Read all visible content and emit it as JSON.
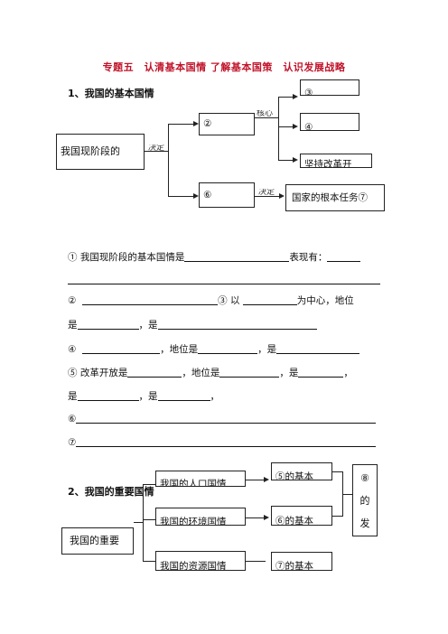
{
  "title": "专题五　认清基本国情 了解基本国策　认识发展战略",
  "section1": {
    "heading": "1、我国的基本国情",
    "left_box": "我国现阶段的",
    "box2": "②",
    "box3": "③",
    "box4": "④",
    "box5": "坚持改革开",
    "box6": "⑥",
    "box7": "国家的根本任务⑦",
    "label_jueding1": "决定",
    "label_hexin": "核心",
    "label_jueding2": "决定"
  },
  "questions": {
    "q1_a": "① 我国现阶段的基本国情是",
    "q1_b": "表现有：",
    "q2": "②",
    "q3_a": "③ 以",
    "q3_b": "为中心，地位",
    "q3_c": "是",
    "q3_d": "，是",
    "q4_a": "④",
    "q4_b": "，地位是",
    "q4_c": "，是",
    "q5_a": "⑤ 改革开放是",
    "q5_b": "，地位是",
    "q5_c": "，是",
    "q5_d": "，",
    "q5_e": "是",
    "q5_f": "，是",
    "q5_g": "，",
    "q6": "⑥",
    "q7": "⑦"
  },
  "section2": {
    "heading": "2、我国的重要国情",
    "left_box": "我国的重要",
    "mid1": "我国的人口国情",
    "mid2": "我国的环境国情",
    "mid3": "我国的资源国情",
    "right1": "⑤的基本",
    "right2": "⑥的基本",
    "right3": "⑦的基本",
    "far_right": [
      "⑧",
      "的",
      "发"
    ]
  }
}
